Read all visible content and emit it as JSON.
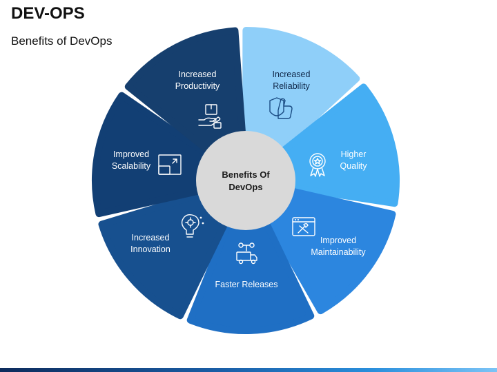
{
  "header": {
    "title": "DEV-OPS",
    "subtitle": "Benefits of DevOps"
  },
  "center": {
    "line1": "Benefits Of",
    "line2": "DevOps",
    "color": "#d9d9d9"
  },
  "segments": [
    {
      "id": "reliability",
      "lines": [
        "Increased",
        "Reliability"
      ],
      "icon": "thumbs-up-shield-icon",
      "fill": "#8fcff9",
      "text_color": "#0f2748"
    },
    {
      "id": "quality",
      "lines": [
        "Higher",
        "Quality"
      ],
      "icon": "award-badge-icon",
      "fill": "#45aef3",
      "text_color": "#ffffff"
    },
    {
      "id": "maintainability",
      "lines": [
        "Improved",
        "Maintainability"
      ],
      "icon": "browser-tools-icon",
      "fill": "#2c86df",
      "text_color": "#ffffff"
    },
    {
      "id": "releases",
      "lines": [
        "Faster Releases"
      ],
      "icon": "delivery-van-icon",
      "fill": "#1f6fc4",
      "text_color": "#ffffff"
    },
    {
      "id": "innovation",
      "lines": [
        "Increased",
        "Innovation"
      ],
      "icon": "lightbulb-gear-icon",
      "fill": "#17508f",
      "text_color": "#ffffff"
    },
    {
      "id": "scalability",
      "lines": [
        "Improved",
        "Scalability"
      ],
      "icon": "resize-windows-icon",
      "fill": "#123f74",
      "text_color": "#ffffff"
    },
    {
      "id": "productivity",
      "lines": [
        "Increased",
        "Productivity"
      ],
      "icon": "box-hand-icon",
      "fill": "#163f6e",
      "text_color": "#ffffff"
    }
  ],
  "footer_color": "#1a5fa8"
}
